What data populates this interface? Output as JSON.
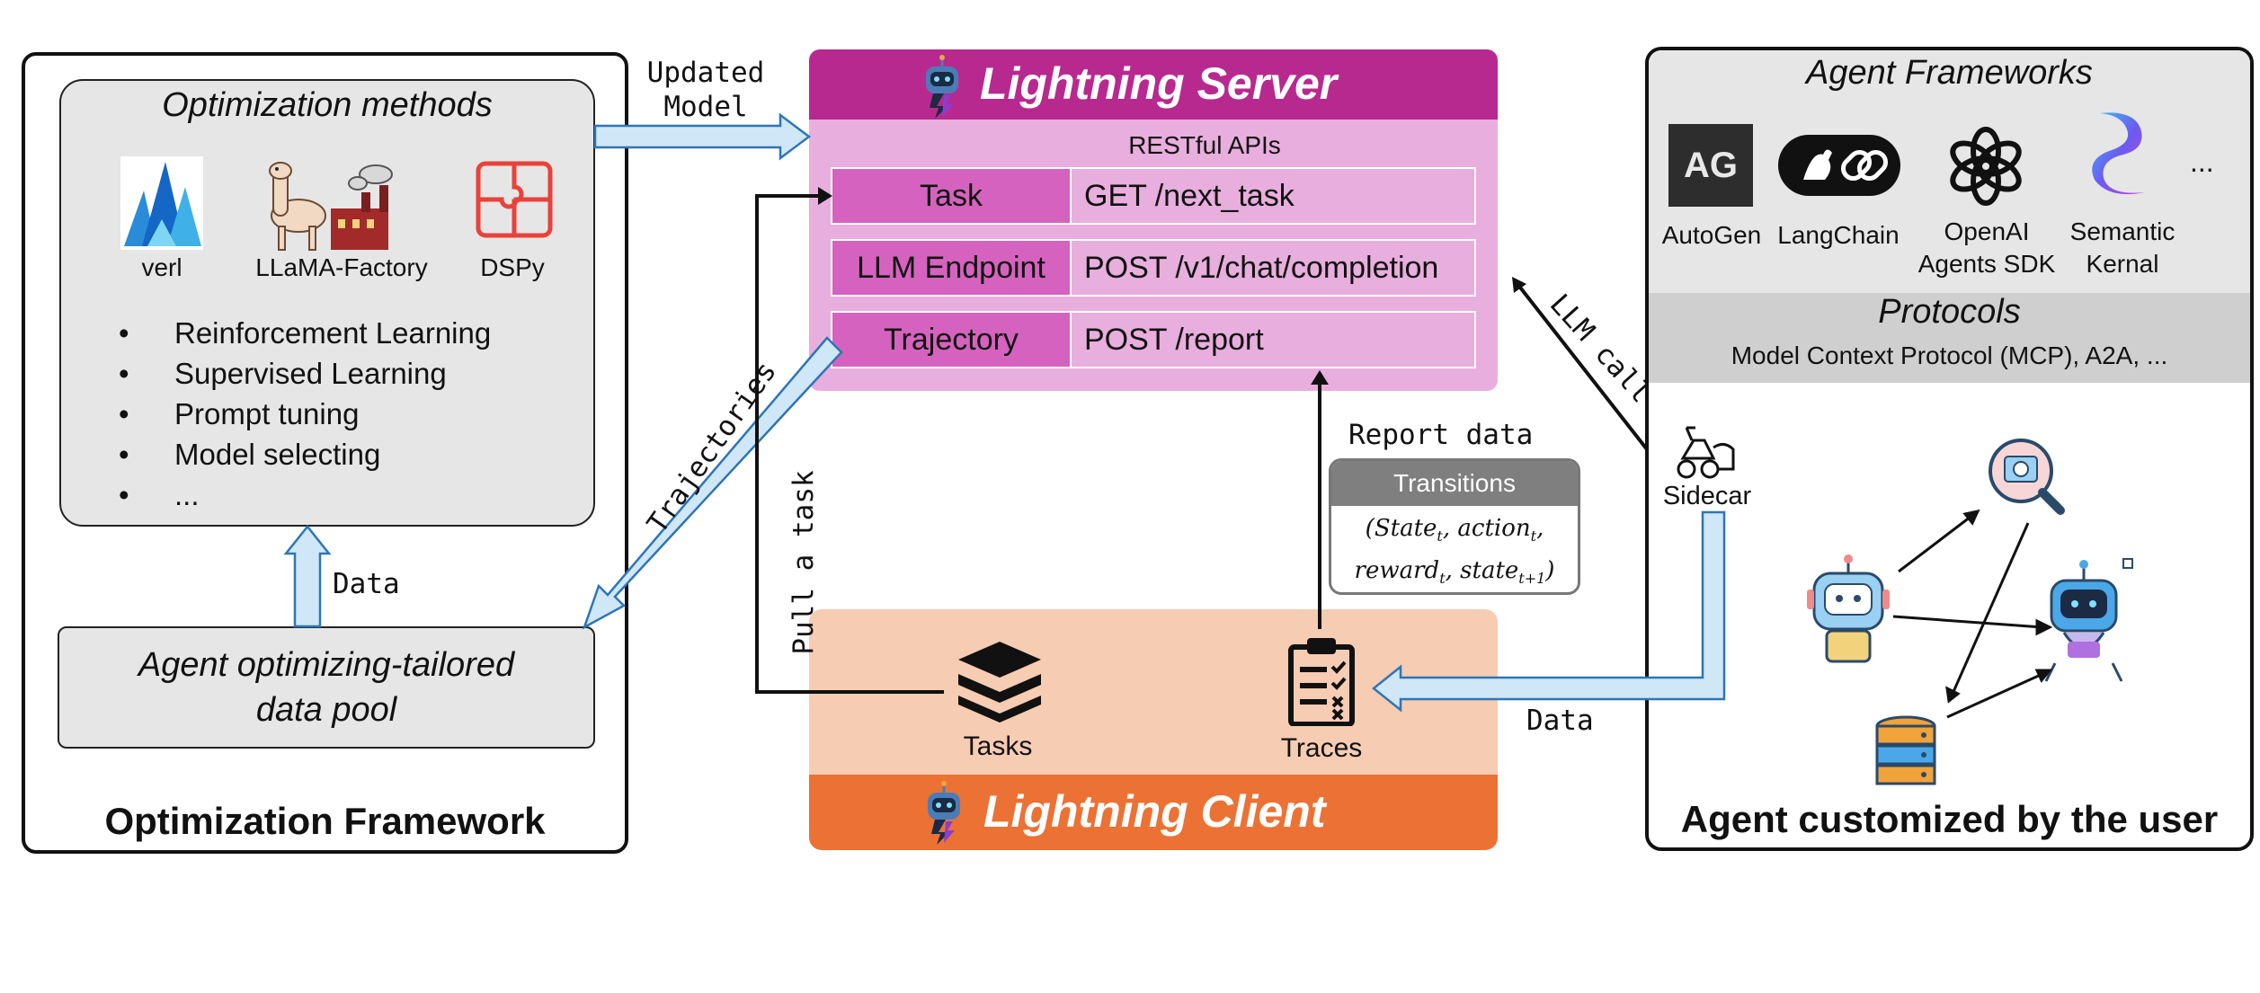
{
  "optimization": {
    "frame_title": "Optimization Framework",
    "methods_title": "Optimization methods",
    "tools": [
      {
        "name": "verl",
        "icon": "verl-logo-icon"
      },
      {
        "name": "LLaMA-Factory",
        "icon": "llama-factory-logo-icon"
      },
      {
        "name": "DSPy",
        "icon": "dspy-logo-icon"
      }
    ],
    "methods": [
      "Reinforcement Learning",
      "Supervised Learning",
      "Prompt tuning",
      "Model selecting",
      "..."
    ],
    "data_pool": "Agent optimizing-tailored data pool"
  },
  "server": {
    "title": "Lightning Server",
    "apis_title": "RESTful APIs",
    "apis": [
      {
        "name": "Task",
        "endpoint": "GET /next_task"
      },
      {
        "name": "LLM Endpoint",
        "endpoint": "POST /v1/chat/completion"
      },
      {
        "name": "Trajectory",
        "endpoint": "POST /report"
      }
    ]
  },
  "client": {
    "title": "Lightning Client",
    "tasks_label": "Tasks",
    "traces_label": "Traces"
  },
  "agent": {
    "frameworks_title": "Agent Frameworks",
    "frameworks": [
      {
        "line1": "AutoGen",
        "line2": "",
        "icon": "autogen-logo-icon"
      },
      {
        "line1": "LangChain",
        "line2": "",
        "icon": "langchain-logo-icon"
      },
      {
        "line1": "OpenAI",
        "line2": "Agents SDK",
        "icon": "openai-logo-icon"
      },
      {
        "line1": "Semantic",
        "line2": "Kernal",
        "icon": "semantic-kernel-logo-icon"
      }
    ],
    "more": "...",
    "autogen_mark": "AG",
    "protocols_title": "Protocols",
    "protocols_text": "Model Context Protocol (MCP), A2A, ...",
    "sidecar_label": "Sidecar",
    "frame_title": "Agent customized by the user"
  },
  "edges": {
    "updated_model": [
      "Updated",
      "Model"
    ],
    "data_up": "Data",
    "trajectories": "Trajectories",
    "pull_task": "Pull a task",
    "report_data": "Report data",
    "llm_call": "LLM call",
    "data_right": "Data"
  },
  "transitions": {
    "title": "Transitions"
  },
  "colors": {
    "server_head": "#b8298f",
    "server_body": "#e8aedd",
    "api_name_fill": "#d662bf",
    "client_head": "#eb7234",
    "client_body": "#f6ccb2",
    "arrow_fill": "#cfe7f6",
    "arrow_stroke": "#2e75b6",
    "panel_gray": "#e6e6e6"
  }
}
